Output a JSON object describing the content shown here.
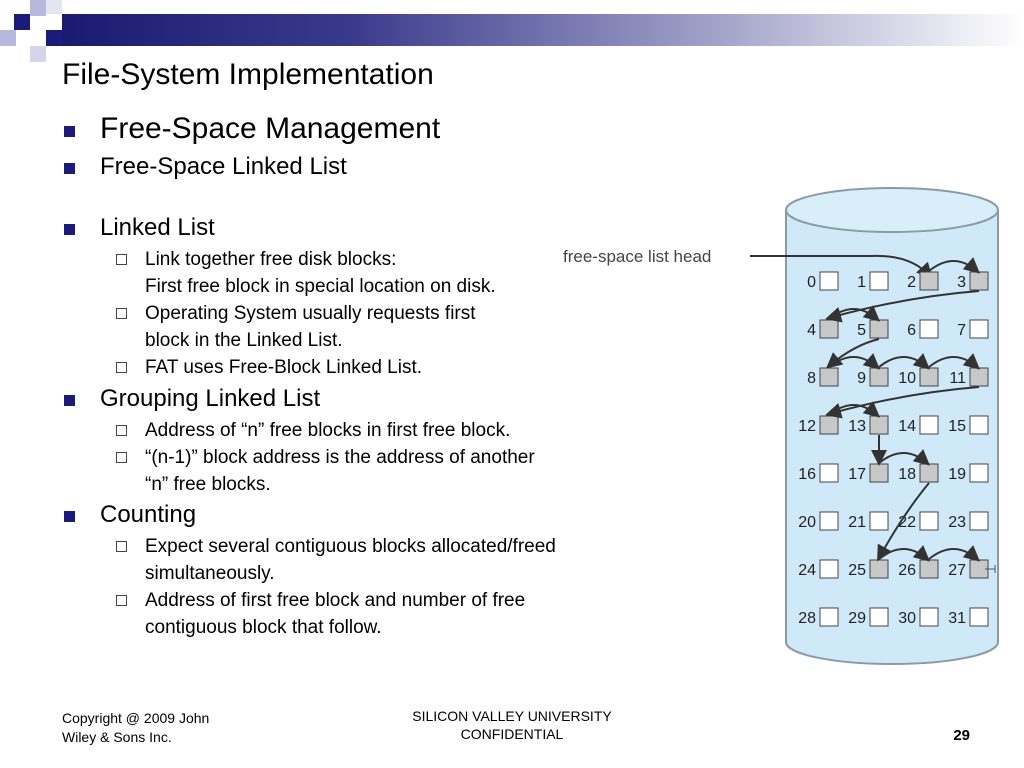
{
  "slide": {
    "title": "File-System Implementation",
    "section": "Free-Space Management",
    "subsection": "Free-Space Linked List",
    "page_number": "29"
  },
  "bullets": [
    {
      "text": "Linked List",
      "subs": [
        {
          "lines": [
            "Link together free disk blocks:",
            "First free block in special location on disk."
          ]
        },
        {
          "lines": [
            "Operating System usually requests first",
            "block in the Linked List."
          ]
        },
        {
          "lines": [
            "FAT uses Free-Block Linked List."
          ]
        }
      ]
    },
    {
      "text": "Grouping Linked List",
      "subs": [
        {
          "lines": [
            "Address of “n” free blocks in first free block."
          ]
        },
        {
          "lines": [
            "“(n-1)” block address is the address of another",
            "“n” free blocks."
          ]
        }
      ]
    },
    {
      "text": "Counting",
      "subs": [
        {
          "lines": [
            "Expect several contiguous blocks allocated/freed",
            "simultaneously."
          ]
        },
        {
          "lines": [
            "Address of first free block and number of free",
            "contiguous block that follow."
          ]
        }
      ]
    }
  ],
  "diagram": {
    "head_label": "free-space list head",
    "blocks": [
      "0",
      "1",
      "2",
      "3",
      "4",
      "5",
      "6",
      "7",
      "8",
      "9",
      "10",
      "11",
      "12",
      "13",
      "14",
      "15",
      "16",
      "17",
      "18",
      "19",
      "20",
      "21",
      "22",
      "23",
      "24",
      "25",
      "26",
      "27",
      "28",
      "29",
      "30",
      "31"
    ],
    "free_blocks": [
      2,
      3,
      4,
      5,
      8,
      9,
      10,
      11,
      12,
      13,
      17,
      18,
      25,
      26,
      27
    ],
    "chain": [
      2,
      3,
      4,
      5,
      8,
      9,
      10,
      11,
      12,
      13,
      17,
      18,
      25,
      26,
      27
    ],
    "colors": {
      "disk_fill": "#cfe9f8",
      "disk_stroke": "#8a9aa6",
      "free_fill": "#c8c8c8",
      "used_fill": "#ffffff"
    }
  },
  "footer": {
    "copyright_line1": "Copyright @ 2009 John",
    "copyright_line2": "Wiley & Sons Inc.",
    "university_line1": "SILICON VALLEY UNIVERSITY",
    "university_line2": "CONFIDENTIAL"
  }
}
